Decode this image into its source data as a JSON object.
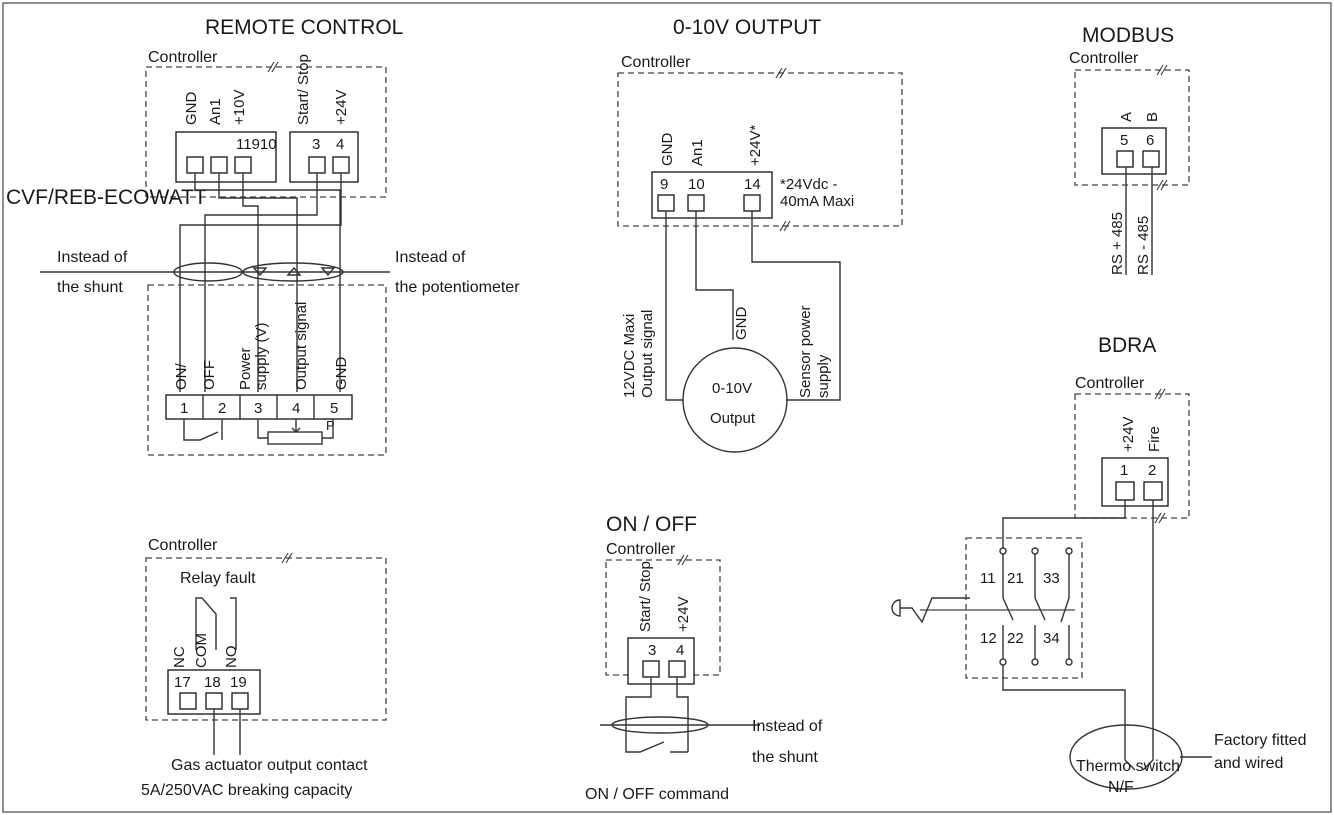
{
  "remote_control": {
    "title": "REMOTE CONTROL",
    "controller": "Controller",
    "labels": {
      "gnd": "GND",
      "an1": "An1",
      "plus10v": "+10V",
      "start_stop": "Start/ Stop",
      "plus24v": "+24V"
    },
    "pin_numbers": "11910",
    "pin_3": "3",
    "pin_4": "4",
    "device": "CVF/REB-ECOWATT",
    "instead_shunt_1": "Instead of",
    "instead_shunt_2": "the shunt",
    "instead_pot_1": "Instead of",
    "instead_pot_2": "the potentiometer",
    "strip_labels": {
      "on": "ON/",
      "off": "OFF",
      "power1": "Power",
      "power2": "supply (V)",
      "output": "Output signal",
      "gnd": "GND"
    },
    "strip_pins": [
      "1",
      "2",
      "3",
      "4",
      "5"
    ],
    "pot_label": "P"
  },
  "output_0_10v": {
    "title": "0-10V OUTPUT",
    "controller": "Controller",
    "labels": {
      "gnd": "GND",
      "an1": "An1",
      "plus24v": "+24V*"
    },
    "pins": [
      "9",
      "10",
      "14"
    ],
    "note_1": "*24Vdc -",
    "note_2": "40mA Maxi",
    "left_label_1": "12VDC Maxi",
    "left_label_2": "Output signal",
    "mid_label": "GND",
    "right_label_1": "Sensor power",
    "right_label_2": "supply",
    "circle_1": "0-10V",
    "circle_2": "Output"
  },
  "modbus": {
    "title": "MODBUS",
    "controller": "Controller",
    "labels": {
      "a": "A",
      "b": "B"
    },
    "pins": [
      "5",
      "6"
    ],
    "rs_plus": "RS + 485",
    "rs_minus": "RS - 485"
  },
  "bdra": {
    "title": "BDRA",
    "controller": "Controller",
    "labels": {
      "plus24v": "+24V",
      "fire": "Fire"
    },
    "pins": [
      "1",
      "2"
    ],
    "contacts_top": [
      "11",
      "21",
      "33"
    ],
    "contacts_bottom": [
      "12",
      "22",
      "34"
    ],
    "thermo_1": "Thermo switch",
    "thermo_2": "N/F",
    "factory_1": "Factory fitted",
    "factory_2": "and wired"
  },
  "relay": {
    "controller": "Controller",
    "title": "Relay fault",
    "labels": {
      "nc": "NC",
      "com": "COM",
      "no": "NO"
    },
    "pins": [
      "17",
      "18",
      "19"
    ],
    "caption_1": "Gas actuator output contact",
    "caption_2": "5A/250VAC breaking capacity"
  },
  "on_off": {
    "title": "ON / OFF",
    "controller": "Controller",
    "labels": {
      "start_stop": "Start/ Stop",
      "plus24v": "+24V"
    },
    "pins": [
      "3",
      "4"
    ],
    "instead_1": "Instead of",
    "instead_2": "the shunt",
    "command": "ON / OFF command"
  }
}
